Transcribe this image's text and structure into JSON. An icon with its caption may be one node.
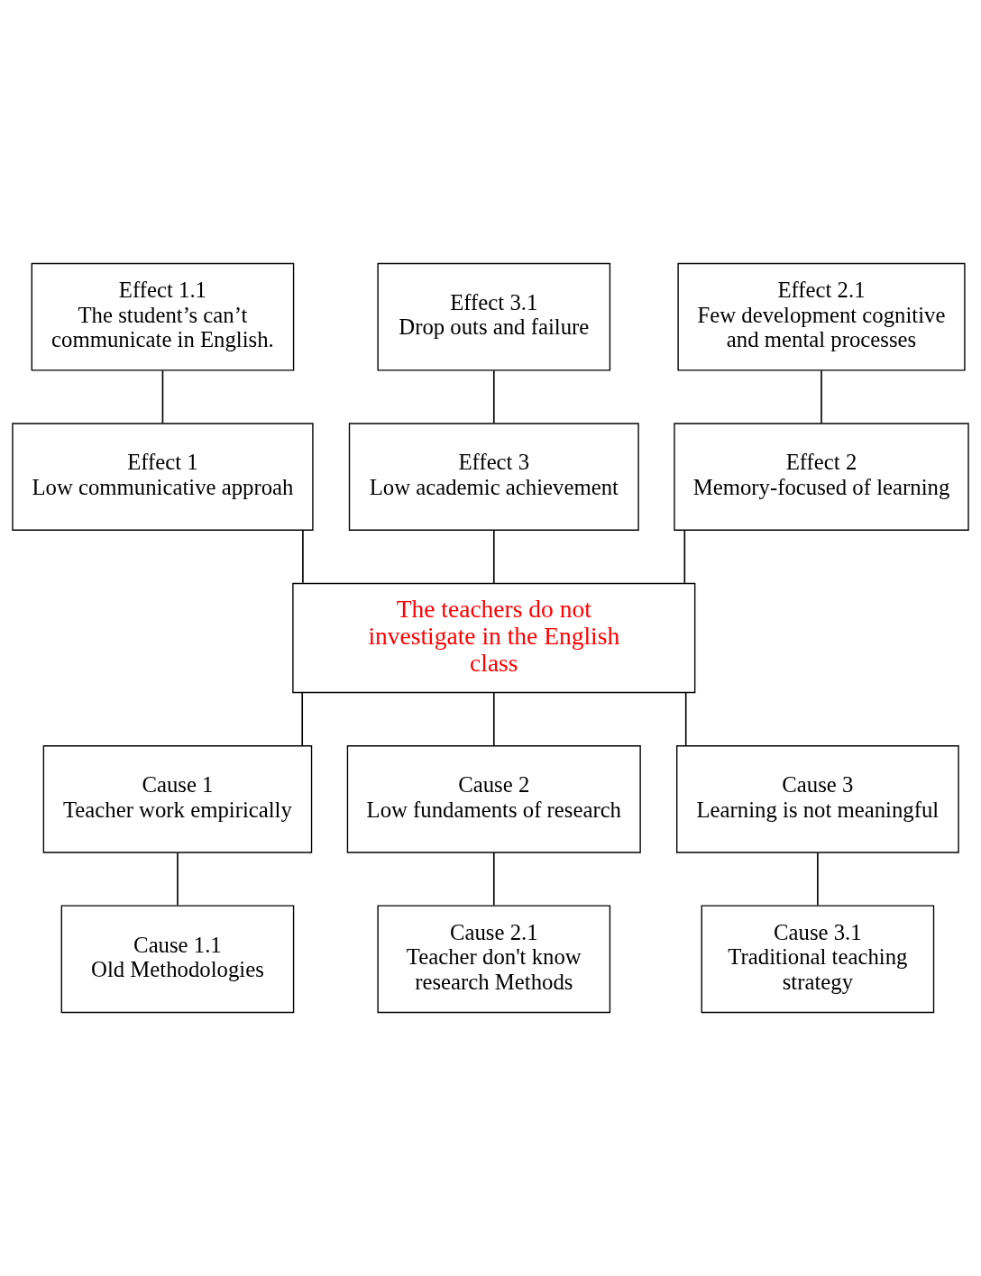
{
  "diagram": {
    "nodes": [
      {
        "text": [
          "Effect 1.1",
          "The student’s can’t communicate in English."
        ]
      },
      {
        "text": [
          "Effect 3.1",
          "Drop outs and failure"
        ]
      },
      {
        "text": [
          "Effect 2.1",
          "Few development cognitive and mental processes"
        ]
      },
      {
        "text": [
          "Effect 1",
          "Low communicative approah"
        ]
      },
      {
        "text": [
          "Effect 3",
          "Low academic achievement"
        ]
      },
      {
        "text": [
          "Effect 2",
          "Memory-focused of learning"
        ]
      },
      {
        "text": [
          "The teachers do not investigate in the English class"
        ]
      },
      {
        "text": [
          "Cause 1",
          "Teacher work empirically"
        ]
      },
      {
        "text": [
          "Cause 2",
          "Low fundaments of research"
        ]
      },
      {
        "text": [
          "Cause 3",
          "Learning is not meaningful"
        ]
      },
      {
        "text": [
          "Cause 1.1",
          "Old Methodologies"
        ]
      },
      {
        "text": [
          "Cause 2.1",
          "Teacher don't know research Methods"
        ]
      },
      {
        "text": [
          "Cause 3.1",
          "Traditional teaching strategy"
        ]
      }
    ],
    "edges": [
      {
        "from": 0,
        "to": 3,
        "arrow": "none"
      },
      {
        "from": 1,
        "to": 4,
        "arrow": "none"
      },
      {
        "from": 2,
        "to": 5,
        "arrow": "none"
      },
      {
        "from": 3,
        "to": 6,
        "arrow": "none"
      },
      {
        "from": 4,
        "to": 6,
        "arrow": "none"
      },
      {
        "from": 5,
        "to": 6,
        "arrow": "none"
      },
      {
        "from": 6,
        "to": 7,
        "arrow": "none"
      },
      {
        "from": 6,
        "to": 8,
        "arrow": "none"
      },
      {
        "from": 6,
        "to": 9,
        "arrow": "none"
      },
      {
        "from": 7,
        "to": 10,
        "arrow": "none"
      },
      {
        "from": 8,
        "to": 11,
        "arrow": "none"
      },
      {
        "from": 9,
        "to": 12,
        "arrow": "none"
      }
    ]
  }
}
